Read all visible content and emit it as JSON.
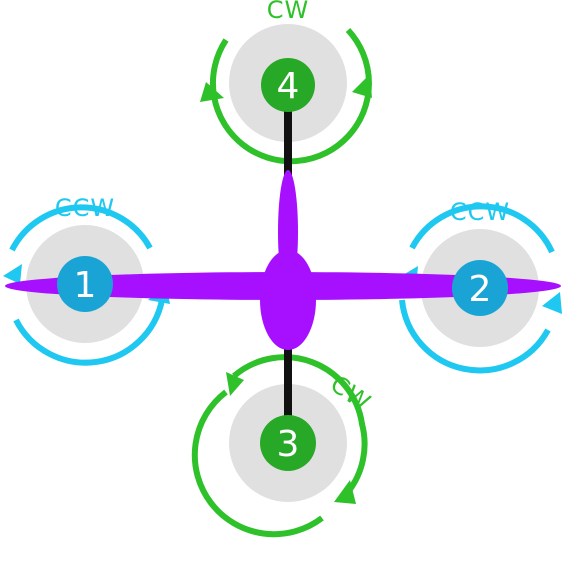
{
  "colors": {
    "ccw": "#1ec8f0",
    "cw": "#2ec12a",
    "frame": "#a710ff",
    "arm": "#111111",
    "prop_disc": "#e0e0e0",
    "ccw_badge": "#1aa4d6",
    "cw_badge": "#27a827"
  },
  "motors": [
    {
      "number": "1",
      "direction": "CCW",
      "color_key": "ccw"
    },
    {
      "number": "2",
      "direction": "CCW",
      "color_key": "ccw"
    },
    {
      "number": "3",
      "direction": "CW",
      "color_key": "cw"
    },
    {
      "number": "4",
      "direction": "CW",
      "color_key": "cw"
    }
  ]
}
